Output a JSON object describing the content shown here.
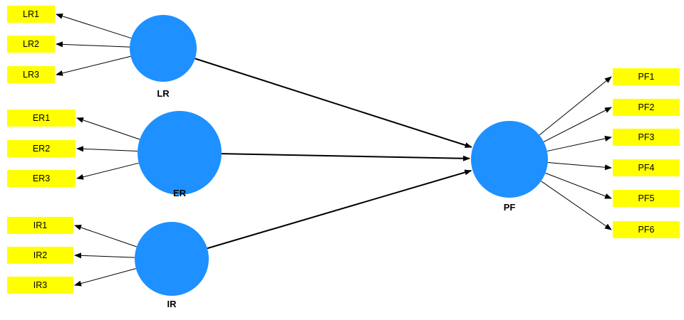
{
  "latent_variables": [
    {
      "id": "LR",
      "label": "LR",
      "color": "#1e90ff"
    },
    {
      "id": "ER",
      "label": "ER",
      "color": "#1e90ff"
    },
    {
      "id": "IR",
      "label": "IR",
      "color": "#1e90ff"
    },
    {
      "id": "PF",
      "label": "PF",
      "color": "#1e90ff"
    }
  ],
  "indicators": [
    {
      "id": "LR1",
      "label": "LR1",
      "construct": "LR"
    },
    {
      "id": "LR2",
      "label": "LR2",
      "construct": "LR"
    },
    {
      "id": "LR3",
      "label": "LR3",
      "construct": "LR"
    },
    {
      "id": "ER1",
      "label": "ER1",
      "construct": "ER"
    },
    {
      "id": "ER2",
      "label": "ER2",
      "construct": "ER"
    },
    {
      "id": "ER3",
      "label": "ER3",
      "construct": "ER"
    },
    {
      "id": "IR1",
      "label": "IR1",
      "construct": "IR"
    },
    {
      "id": "IR2",
      "label": "IR2",
      "construct": "IR"
    },
    {
      "id": "IR3",
      "label": "IR3",
      "construct": "IR"
    },
    {
      "id": "PF1",
      "label": "PF1",
      "construct": "PF"
    },
    {
      "id": "PF2",
      "label": "PF2",
      "construct": "PF"
    },
    {
      "id": "PF3",
      "label": "PF3",
      "construct": "PF"
    },
    {
      "id": "PF4",
      "label": "PF4",
      "construct": "PF"
    },
    {
      "id": "PF5",
      "label": "PF5",
      "construct": "PF"
    },
    {
      "id": "PF6",
      "label": "PF6",
      "construct": "PF"
    }
  ],
  "structural_paths": [
    {
      "from": "LR",
      "to": "PF"
    },
    {
      "from": "ER",
      "to": "PF"
    },
    {
      "from": "IR",
      "to": "PF"
    }
  ],
  "colors": {
    "latent": "#1e90ff",
    "indicator": "#ffff00",
    "edge": "#000000"
  }
}
